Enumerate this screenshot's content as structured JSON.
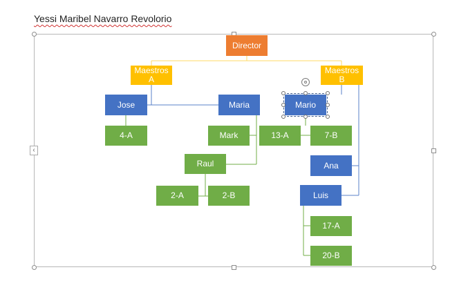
{
  "document": {
    "title": "Yessi Maribel Navarro Revolorio"
  },
  "chart": {
    "nodes": {
      "director": "Director",
      "maestros_a": "Maestros A",
      "maestros_b": "Maestros B",
      "jose": "Jose",
      "maria": "Maria",
      "mario": "Mario",
      "grade_4a": "4-A",
      "mark": "Mark",
      "grade_13a": "13-A",
      "grade_7b": "7-B",
      "raul": "Raul",
      "ana": "Ana",
      "grade_2a": "2-A",
      "grade_2b": "2-B",
      "luis": "Luis",
      "grade_17a": "17-A",
      "grade_20b": "20-B"
    },
    "colors": {
      "director": "#ED7D31",
      "maestros": "#FFC000",
      "teachers": "#4472C4",
      "grades": "#70AD47",
      "connector_yellow": "#FFD966",
      "connector_blue": "#4472C4",
      "connector_green": "#70AD47"
    },
    "selected_node": "Mario"
  },
  "ui": {
    "collapse_tab_icon": "‹"
  }
}
